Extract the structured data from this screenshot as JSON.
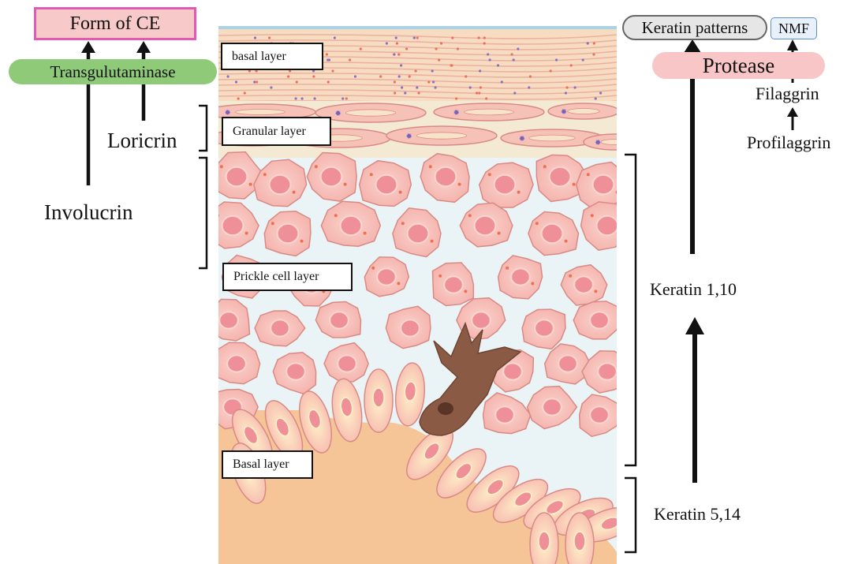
{
  "left": {
    "form_ce": "Form of CE",
    "transglutaminase": "Transgulutaminase",
    "loricrin": "Loricrin",
    "involucrin": "Involucrin"
  },
  "center": {
    "top_layer_label": "basal layer",
    "granular_layer_label": "Granular layer",
    "prickle_layer_label": "Prickle cell layer",
    "basal_layer_label": "Basal layer"
  },
  "right": {
    "keratin_patterns": "Keratin patterns",
    "nmf": "NMF",
    "protease": "Protease",
    "filaggrin": "Filaggrin",
    "profilaggrin": "Profilaggrin",
    "keratin_1_10": "Keratin 1,10",
    "keratin_5_14": "Keratin 5,14"
  },
  "colors": {
    "form_ce_fill": "#f8c9c9",
    "form_ce_border": "#e35ab4",
    "transglutaminase_fill": "#8fca78",
    "protease_fill": "#f8c6c6",
    "keratin_patterns_fill": "#e6e6e6",
    "nmf_fill": "#e8f1fb",
    "nmf_border": "#5b8fd0",
    "cell_fill": "#f6b8b2",
    "cell_edge": "#d98a84",
    "nucleus": "#ef8f97",
    "dermis": "#f5c597",
    "melanocyte": "#8a5a44",
    "stratum_band": "#f7dcc2",
    "skin_surface": "#9fd3ee"
  }
}
